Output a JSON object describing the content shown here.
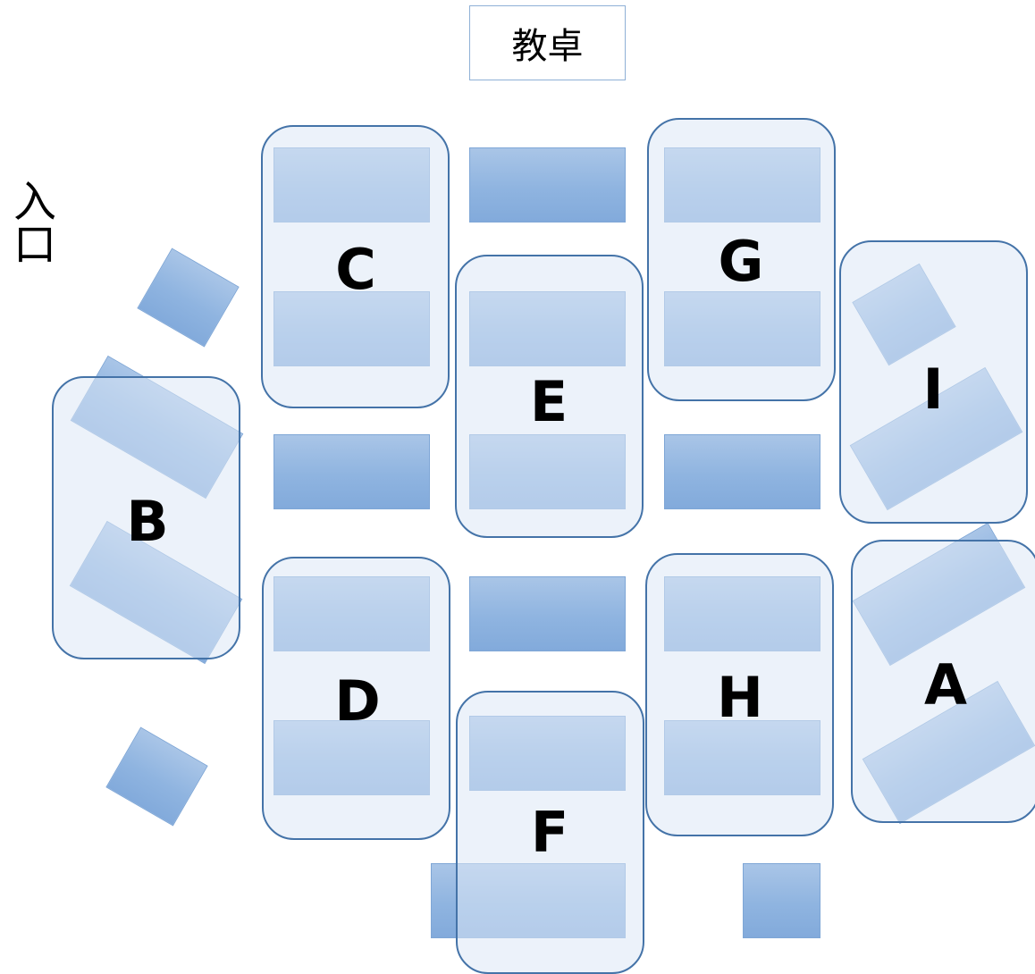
{
  "teacher_desk": "教卓",
  "entrance": "入口",
  "groups": {
    "a": "A",
    "b": "B",
    "c": "C",
    "d": "D",
    "e": "E",
    "f": "F",
    "g": "G",
    "h": "H",
    "i": "I"
  }
}
